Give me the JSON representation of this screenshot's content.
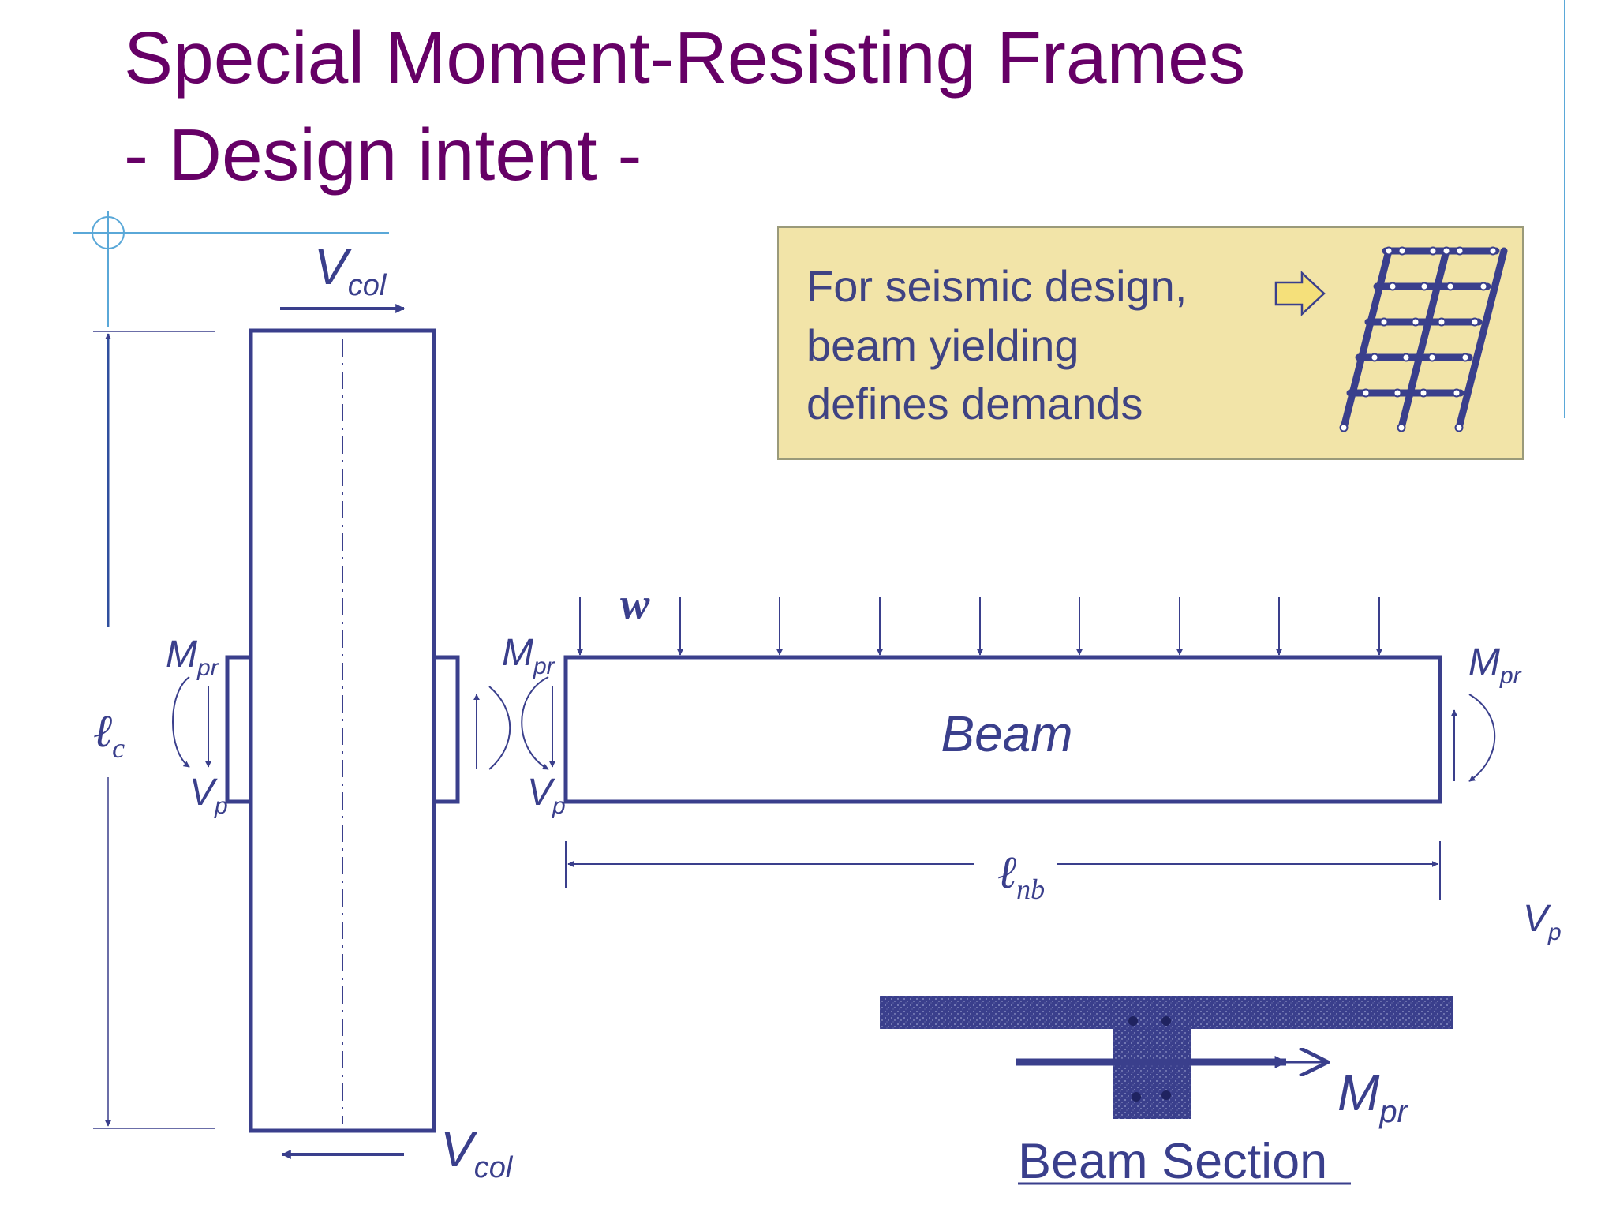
{
  "title": {
    "line1": "Special Moment-Resisting Frames",
    "line2": "- Design intent -"
  },
  "colors": {
    "title": "#660066",
    "stroke": "#3a3f8c",
    "callout_fill": "#f2e4a8",
    "arrow_fill": "#f5e07a",
    "guide": "#5aa8d8",
    "section_fill": "#3a3f8c"
  },
  "callout": {
    "lines": [
      "For seismic design,",
      "beam yielding",
      "defines demands"
    ],
    "icon": "hollow-right-arrow-icon",
    "figure": "multistory-frame-icon"
  },
  "column": {
    "shear_top": {
      "main": "V",
      "sub": "col"
    },
    "shear_bottom": {
      "main": "V",
      "sub": "col"
    },
    "height_label": {
      "main": "ℓ",
      "sub": "c"
    },
    "left_moment": {
      "main": "M",
      "sub": "pr"
    },
    "left_shear": {
      "main": "V",
      "sub": "p"
    }
  },
  "beam": {
    "label": "Beam",
    "load_label": "w",
    "left_moment": {
      "main": "M",
      "sub": "pr"
    },
    "left_shear": {
      "main": "V",
      "sub": "p"
    },
    "right_moment": {
      "main": "M",
      "sub": "pr"
    },
    "right_shear": {
      "main": "V",
      "sub": "p"
    },
    "span_label": {
      "main": "ℓ",
      "sub": "nb"
    }
  },
  "section": {
    "title": "Beam Section",
    "moment": {
      "main": "M",
      "sub": "pr"
    }
  }
}
